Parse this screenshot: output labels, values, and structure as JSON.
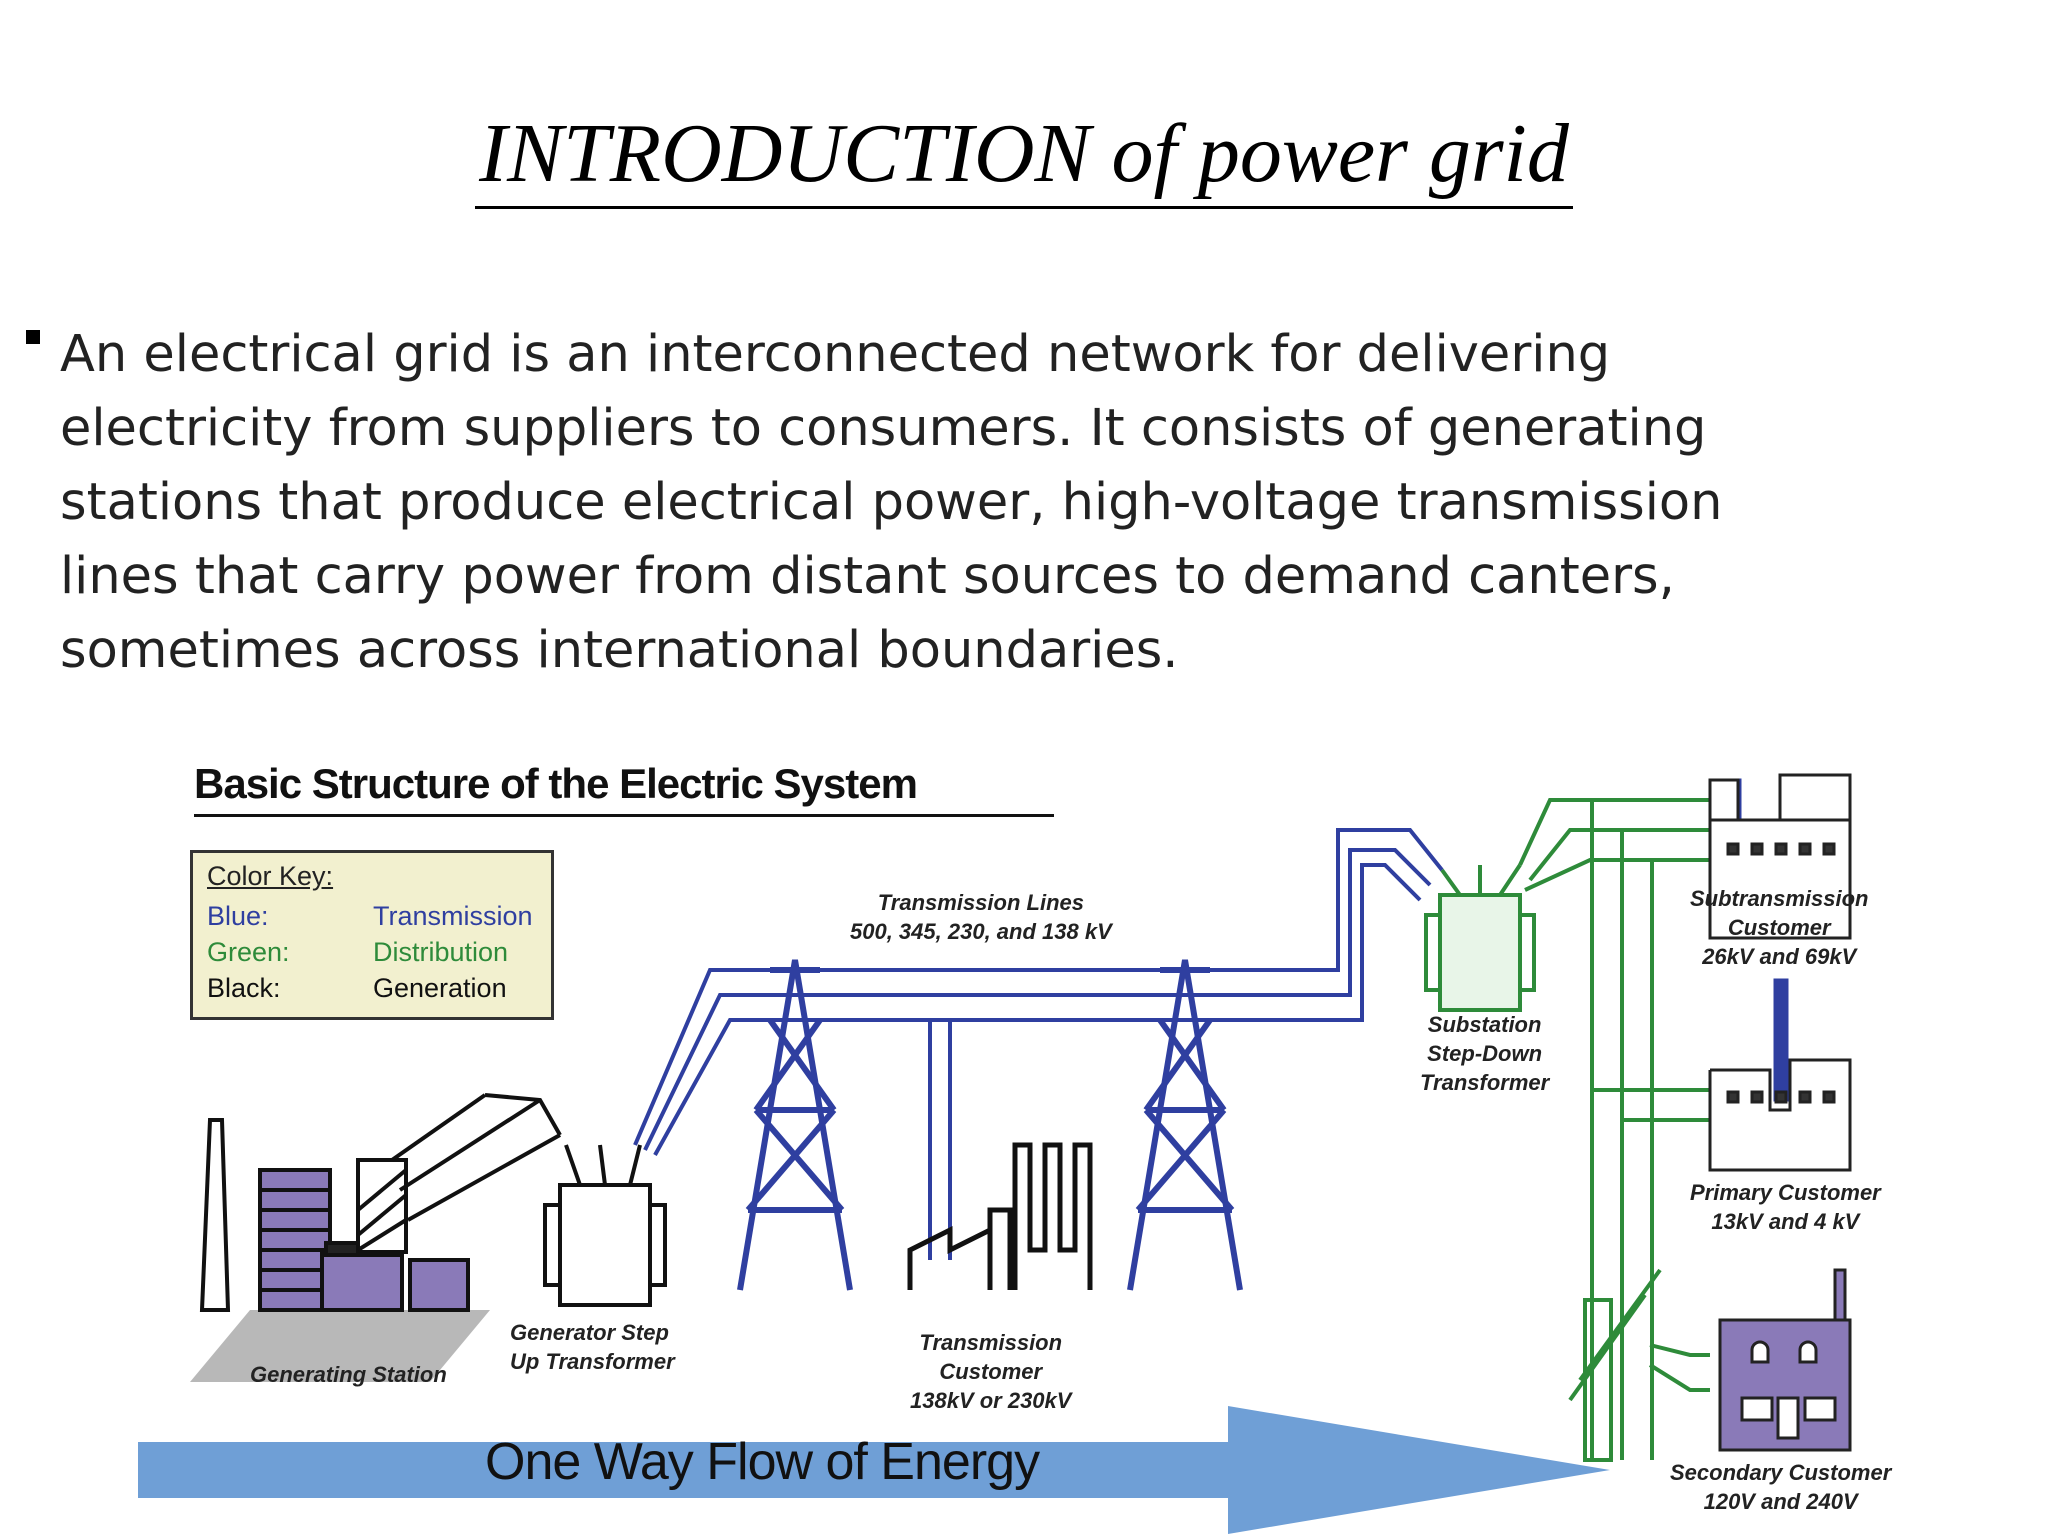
{
  "slide": {
    "title": "INTRODUCTION of power grid",
    "body_lines": [
      "An electrical grid  is an interconnected network for delivering",
      "electricity from suppliers to consumers. It consists of generating",
      "stations that produce electrical power, high-voltage transmission",
      "lines that carry power from distant sources to demand canters,",
      "sometimes across international boundaries."
    ]
  },
  "diagram": {
    "title": "Basic Structure of the Electric System",
    "color_key": {
      "heading": "Color Key:",
      "rows": [
        {
          "color_name": "Blue:",
          "meaning": "Transmission",
          "color": "#2f3fa0"
        },
        {
          "color_name": "Green:",
          "meaning": "Distribution",
          "color": "#2e8b3a"
        },
        {
          "color_name": "Black:",
          "meaning": "Generation",
          "color": "#111111"
        }
      ]
    },
    "labels": {
      "transmission_lines": [
        "Transmission Lines",
        "500, 345, 230, and 138 kV"
      ],
      "generating_station": [
        "Generating Station"
      ],
      "generator_step_up": [
        "Generator Step",
        "Up Transformer"
      ],
      "transmission_customer": [
        "Transmission",
        "Customer",
        "138kV or 230kV"
      ],
      "substation": [
        "Substation",
        "Step-Down",
        "Transformer"
      ],
      "subtransmission_customer": [
        "Subtransmission",
        "Customer",
        "26kV and 69kV"
      ],
      "primary_customer": [
        "Primary  Customer",
        "13kV and 4 kV"
      ],
      "secondary_customer": [
        "Secondary Customer",
        "120V and 240V"
      ]
    },
    "flow_label": "One Way Flow of Energy",
    "colors": {
      "transmission": "#2f3fa0",
      "distribution": "#2e8b3a",
      "generation": "#111111",
      "arrow": "#6f9fd6",
      "purple": "#8a7ab8",
      "key_bg": "#f2f0cf"
    }
  }
}
